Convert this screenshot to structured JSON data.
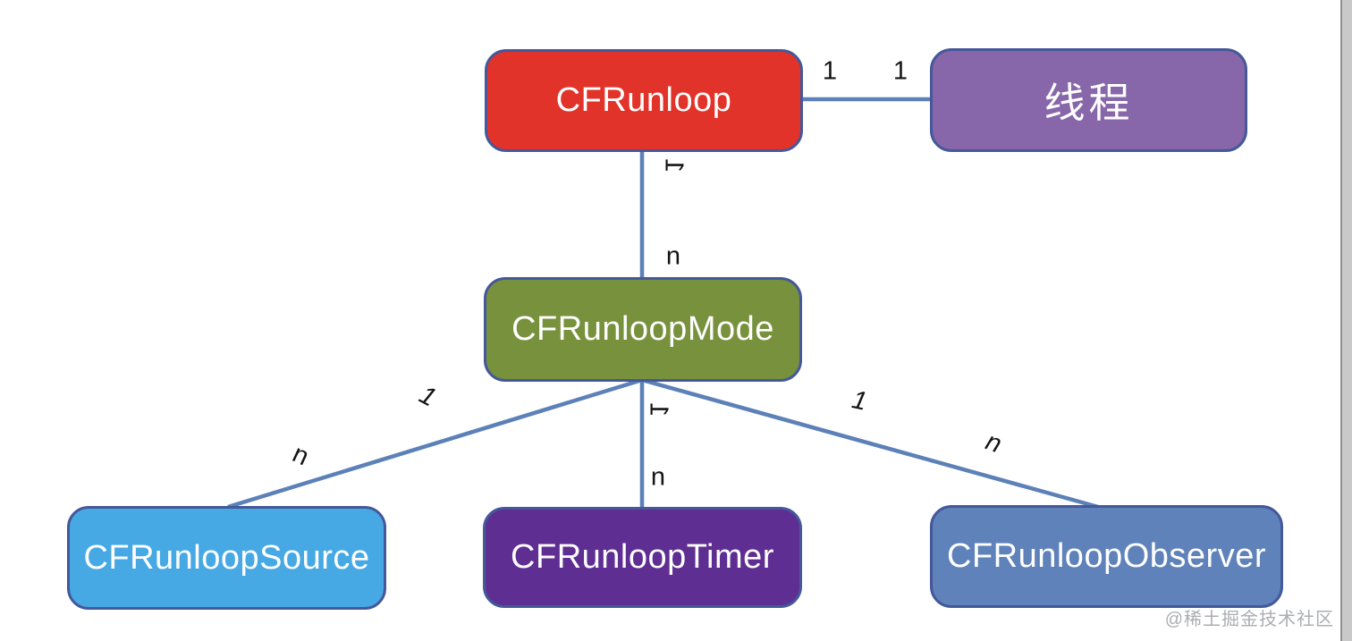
{
  "diagram": {
    "line_color": "#5C80B8",
    "border_color": "#44589A",
    "nodes": [
      {
        "id": "cfrunloop",
        "label": "CFRunloop",
        "fill": "#E2332A",
        "text_color": "#FFFFFF"
      },
      {
        "id": "thread",
        "label": "线程",
        "fill": "#8767A9",
        "text_color": "#FFFFFF"
      },
      {
        "id": "mode",
        "label": "CFRunloopMode",
        "fill": "#78913C",
        "text_color": "#FFFFFF"
      },
      {
        "id": "source",
        "label": "CFRunloopSource",
        "fill": "#47A9E4",
        "text_color": "#FFFFFF"
      },
      {
        "id": "timer",
        "label": "CFRunloopTimer",
        "fill": "#5F2E92",
        "text_color": "#FFFFFF"
      },
      {
        "id": "observer",
        "label": "CFRunloopObserver",
        "fill": "#5E82B9",
        "text_color": "#FFFFFF"
      }
    ],
    "edges": [
      {
        "from": "cfrunloop",
        "to": "thread",
        "from_label": "1",
        "to_label": "1"
      },
      {
        "from": "cfrunloop",
        "to": "mode",
        "from_label": "1",
        "to_label": "n"
      },
      {
        "from": "mode",
        "to": "source",
        "from_label": "1",
        "to_label": "n"
      },
      {
        "from": "mode",
        "to": "timer",
        "from_label": "1",
        "to_label": "n"
      },
      {
        "from": "mode",
        "to": "observer",
        "from_label": "1",
        "to_label": "n"
      }
    ]
  },
  "watermark": {
    "text": "@稀土掘金技术社区",
    "color": "#ABADB2"
  }
}
